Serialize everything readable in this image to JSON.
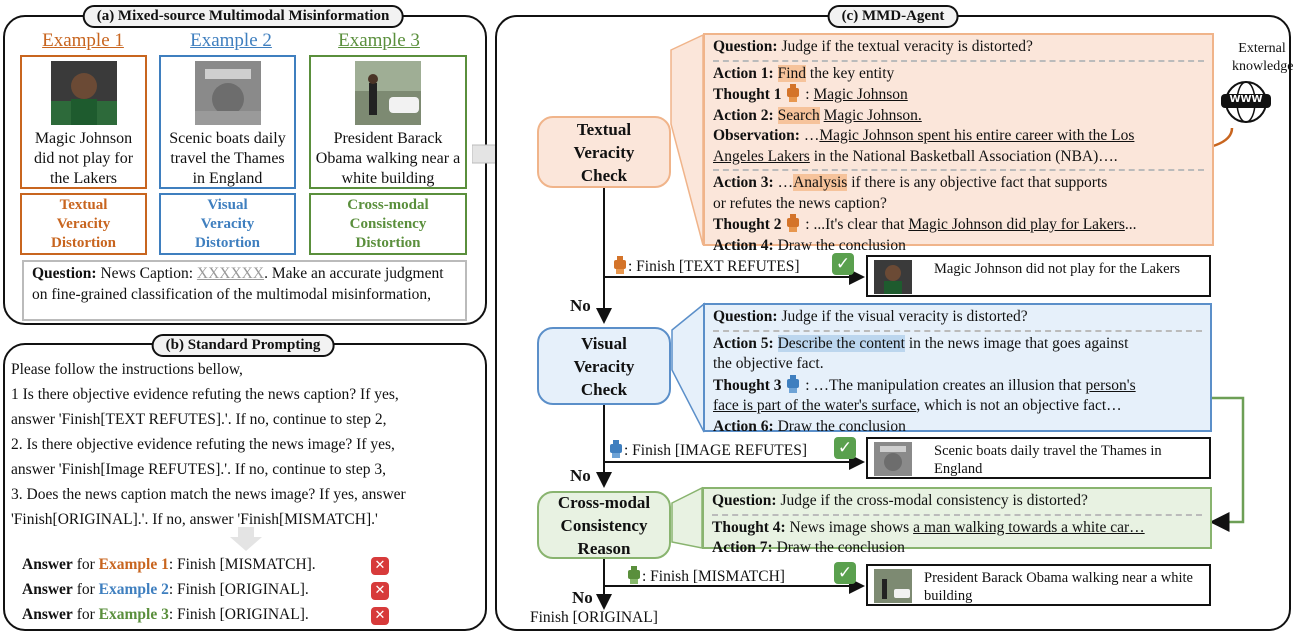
{
  "panel_a": {
    "title": "(a) Mixed-source Multimodal Misinformation",
    "examples": [
      {
        "label": "Example 1",
        "color": "#c8651f",
        "caption": "Magic Johnson did not play for the Lakers",
        "distortion": "Textual Veracity Distortion"
      },
      {
        "label": "Example 2",
        "color": "#3f7fbf",
        "caption": "Scenic boats daily travel the Thames in England",
        "distortion": "Visual Veracity Distortion"
      },
      {
        "label": "Example 3",
        "color": "#5a8f3c",
        "caption": "President Barack Obama walking near a white building",
        "distortion": "Cross-modal Consistency Distortion"
      }
    ],
    "question_label": "Question:",
    "question_prefix": " News Caption: ",
    "question_placeholder": "XXXXXX",
    "question_suffix": ". Make an accurate judgment on fine-grained classification of the multimodal misinformation,"
  },
  "panel_b": {
    "title": "(b) Standard Prompting",
    "lines": [
      "Please follow the instructions bellow,",
      "1 Is there objective evidence refuting the news caption? If yes,",
      "answer 'Finish[TEXT REFUTES].'. If no, continue to step 2,",
      "2. Is there objective evidence refuting the news image? If yes,",
      "answer 'Finish[Image REFUTES].'. If no, continue to step 3,",
      "3. Does the news caption match the news image? If yes, answer",
      "'Finish[ORIGINAL].'. If no, answer 'Finish[MISMATCH].'"
    ],
    "answers": [
      {
        "answer": "Answer",
        "for": " for ",
        "example": "Example 1",
        "color": "#c8651f",
        "result": ": Finish [MISMATCH]."
      },
      {
        "answer": "Answer",
        "for": " for ",
        "example": "Example 2",
        "color": "#3f7fbf",
        "result": ": Finish [ORIGINAL]."
      },
      {
        "answer": "Answer",
        "for": " for ",
        "example": "Example 3",
        "color": "#5a8f3c",
        "result": ": Finish [ORIGINAL]."
      }
    ]
  },
  "panel_c": {
    "title": "(c) MMD-Agent",
    "external": "External knowledge",
    "www": "WWW",
    "steps": {
      "textual": "Textual Veracity Check",
      "visual": "Visual Veracity Check",
      "cross": "Cross-modal Consistency Reason"
    },
    "textual_box": {
      "q_label": "Question:",
      "q_text": " Judge if the textual veracity is distorted?",
      "a1_label": "Action 1:",
      "a1_hl": "Find",
      "a1_text": " the key entity",
      "t1_label": "Thought 1",
      "t1_text": "Magic Johnson",
      "a2_label": "Action 2:",
      "a2_hl": "Search",
      "a2_text": "Magic Johnson.",
      "obs_label": "Observation:",
      "obs_pre": " …",
      "obs_ul1": "Magic Johnson spent his entire career with the Los",
      "obs_ul2": "Angeles Lakers",
      "obs_rest": " in the National Basketball Association (NBA)….",
      "a3_label": "Action 3:",
      "a3_pre": "  …",
      "a3_hl": "Analysis",
      "a3_text": " if there is any objective fact that supports",
      "a3_text2": "or refutes the news caption?",
      "t2_label": "Thought 2",
      "t2_pre": " ...It's clear that ",
      "t2_ul": "Magic Johnson did play for Lakers",
      "t2_post": "...",
      "a4_label": "Action 4:",
      "a4_text": " Draw the conclusion"
    },
    "visual_box": {
      "q_label": "Question:",
      "q_text": " Judge if the visual veracity is distorted?",
      "a5_label": "Action 5:",
      "a5_hl": "Describe the content",
      "a5_text": " in the news image that goes against",
      "a5_text2": "the objective fact.",
      "t3_label": "Thought 3",
      "t3_pre": " …The manipulation creates an illusion that ",
      "t3_ul1": "person's",
      "t3_ul2": "face is part of the water's surface",
      "t3_post": ", which is not an objective fact…",
      "a6_label": "Action 6:",
      "a6_text": " Draw the conclusion"
    },
    "cross_box": {
      "q_label": "Question:",
      "q_text": " Judge if the cross-modal consistency is distorted?",
      "t4_label": "Thought 4:",
      "t4_pre": " News image shows ",
      "t4_ul": "a man walking towards a white car…",
      "a7_label": "Action 7:",
      "a7_text": " Draw the conclusion"
    },
    "finishes": [
      {
        "text": ": Finish [TEXT REFUTES]",
        "result": "Magic Johnson did not play for the Lakers"
      },
      {
        "text": ": Finish [IMAGE REFUTES]",
        "result": "Scenic boats daily travel the Thames in England"
      },
      {
        "text": ": Finish [MISMATCH]",
        "result": "President Barack Obama walking near a white building"
      }
    ],
    "no": "No",
    "final": "Finish [ORIGINAL]"
  },
  "colors": {
    "orange": "#c8651f",
    "orange_fill": "#fbe6da",
    "orange_border": "#f0b48a",
    "blue": "#3f7fbf",
    "blue_fill": "#e6f0fa",
    "blue_border": "#5b8fc9",
    "green": "#5a8f3c",
    "green_fill": "#e8f2e2",
    "green_border": "#89b46f"
  }
}
